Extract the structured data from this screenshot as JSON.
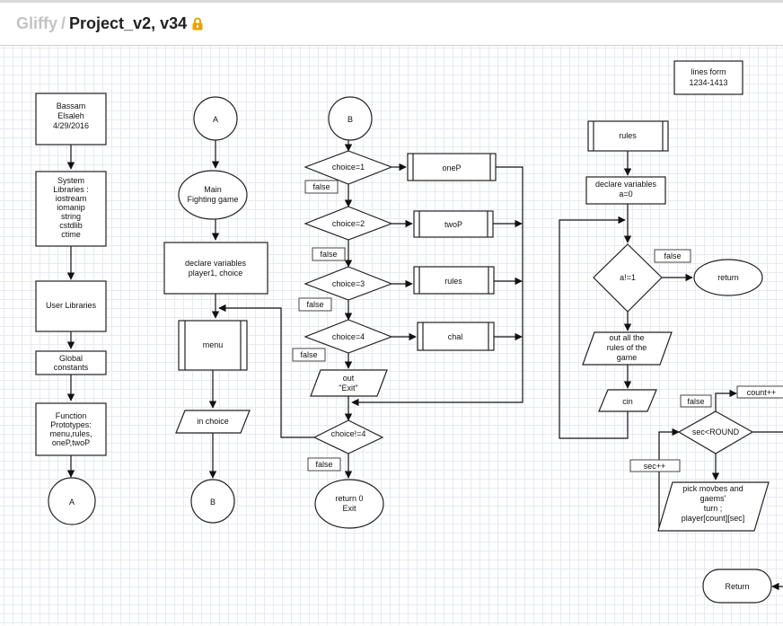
{
  "app": {
    "brand": "Gliffy",
    "separator": "/",
    "doc_title": "Project_v2, v34",
    "lock_icon": "lock-icon",
    "lock_color": "#e8a400"
  },
  "nodes": {
    "author": [
      "Bassam",
      "Elsaleh",
      "4/29/2016"
    ],
    "sys_libs": [
      "System",
      "Libraries :",
      "iostream",
      "iomanip",
      "string",
      "cstdlib",
      "ctime"
    ],
    "user_libs": [
      "User Libraries"
    ],
    "global": [
      "Global",
      "constants"
    ],
    "prototypes": [
      "Function",
      "Prototypes:",
      "menu,rules,",
      "oneP,twoP"
    ],
    "a_top": [
      "A"
    ],
    "a_bottom": [
      "A"
    ],
    "main": [
      "Main",
      "Fighting game"
    ],
    "declare_main": [
      "declare variables",
      "player1, choice"
    ],
    "menu": [
      "menu"
    ],
    "in_choice": [
      "in choice"
    ],
    "b_bottom": [
      "B"
    ],
    "b_top": [
      "B"
    ],
    "choice1": [
      "choice=1"
    ],
    "choice2": [
      "choice=2"
    ],
    "choice3": [
      "choice=3"
    ],
    "choice4": [
      "choice=4"
    ],
    "onep": [
      "oneP"
    ],
    "twop": [
      "twoP"
    ],
    "rules_call": [
      "rules"
    ],
    "chal": [
      "chal"
    ],
    "out_exit": [
      "out",
      "\"Exit\""
    ],
    "choice_loop": [
      "choice!=4"
    ],
    "return0": [
      "return 0",
      "Exit"
    ],
    "lines_note": [
      "lines form",
      "1234-1413"
    ],
    "rules_head": [
      "rules"
    ],
    "declare_rules": [
      "declare variables",
      "a=0"
    ],
    "a_ne_1": [
      "a!=1"
    ],
    "return_rules": [
      "return"
    ],
    "out_rules": [
      "out all the",
      "rules of the",
      "game"
    ],
    "cin": [
      "cin"
    ],
    "sec_round": [
      "sec<ROUND"
    ],
    "pick": [
      "pick movbes and",
      "gaems'",
      "turn ;",
      "player[count][sec]"
    ],
    "return_chal": [
      "Return"
    ]
  },
  "tags": {
    "false1": "false",
    "false2": "false",
    "false3": "false",
    "false4": "false",
    "false5": "false",
    "false_rules": "false",
    "false_chal": "false",
    "count_inc": "count++",
    "sec_inc": "sec++"
  }
}
